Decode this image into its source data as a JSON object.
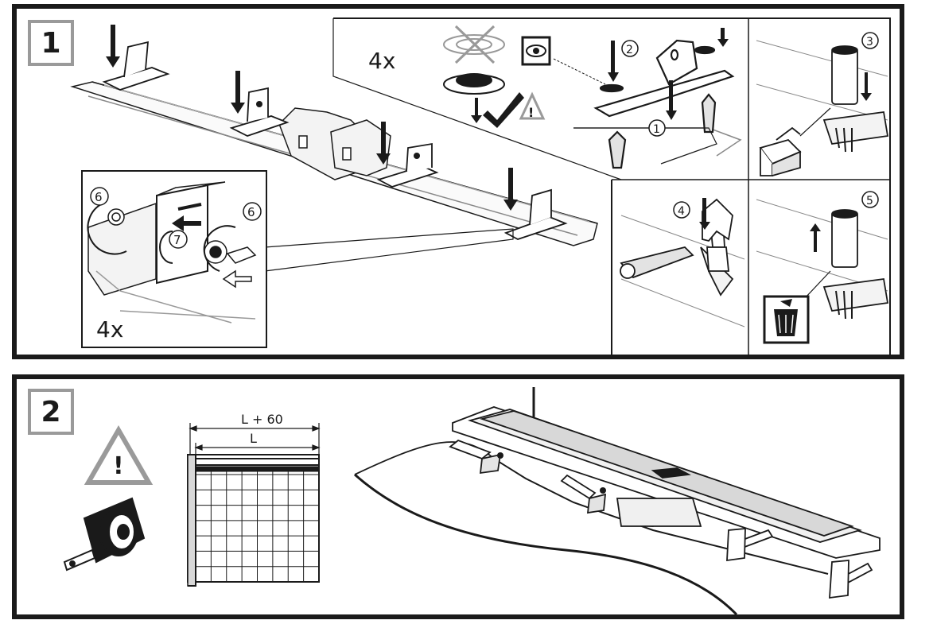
{
  "steps": {
    "step1_label": "1",
    "step2_label": "2"
  },
  "step1": {
    "repeat_top": "4x",
    "repeat_inset": "4x",
    "callouts": {
      "c1": "1",
      "c2": "2",
      "c3": "3",
      "c4": "4",
      "c5": "5",
      "c6a": "6",
      "c6b": "6",
      "c7": "7"
    }
  },
  "step2": {
    "dim_outer": "L + 60",
    "dim_inner": "L"
  },
  "colors": {
    "ink": "#1a1a1a",
    "frame_gray": "#9a9a9a",
    "shade": "#d8d8d8"
  }
}
